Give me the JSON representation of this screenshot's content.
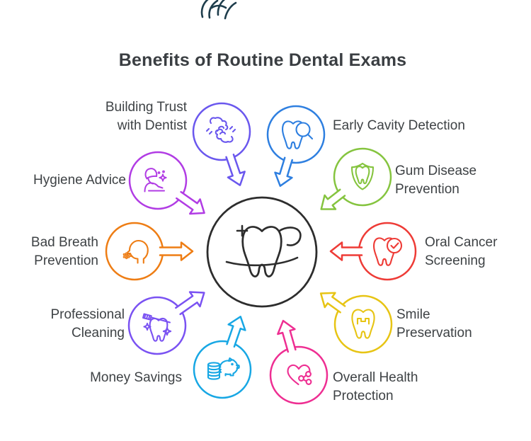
{
  "title": "Benefits of Routine Dental Exams",
  "center": {
    "icon": "tooth-orbit-plus-icon",
    "color": "#2d2d2d"
  },
  "decor": {
    "fragment_color": "#1e3d4c"
  },
  "nodes": [
    {
      "id": "building-trust",
      "label_lines": [
        "Building Trust",
        "with Dentist"
      ],
      "color": "#6a57ee",
      "icon": "handshake-icon"
    },
    {
      "id": "early-cavity",
      "label_lines": [
        "Early Cavity Detection"
      ],
      "color": "#2e7fe0",
      "icon": "tooth-magnifier-icon"
    },
    {
      "id": "gum-disease",
      "label_lines": [
        "Gum Disease",
        "Prevention"
      ],
      "color": "#85c43f",
      "icon": "shield-tooth-icon"
    },
    {
      "id": "oral-cancer",
      "label_lines": [
        "Oral Cancer",
        "Screening"
      ],
      "color": "#ee3b36",
      "icon": "tooth-check-icon"
    },
    {
      "id": "smile",
      "label_lines": [
        "Smile",
        "Preservation"
      ],
      "color": "#e7c414",
      "icon": "crown-tooth-icon"
    },
    {
      "id": "overall-health",
      "label_lines": [
        "Overall Health",
        "Protection"
      ],
      "color": "#ee2e92",
      "icon": "heart-share-icon"
    },
    {
      "id": "money-savings",
      "label_lines": [
        "Money Savings"
      ],
      "color": "#17a7e4",
      "icon": "piggy-bank-coins-icon"
    },
    {
      "id": "cleaning",
      "label_lines": [
        "Professional",
        "Cleaning"
      ],
      "color": "#7a52f2",
      "icon": "toothbrush-sparkle-icon"
    },
    {
      "id": "bad-breath",
      "label_lines": [
        "Bad Breath",
        "Prevention"
      ],
      "color": "#ee7d14",
      "icon": "breath-profile-icon"
    },
    {
      "id": "hygiene",
      "label_lines": [
        "Hygiene Advice"
      ],
      "color": "#b13ce4",
      "icon": "hygienist-sparkle-icon"
    }
  ]
}
